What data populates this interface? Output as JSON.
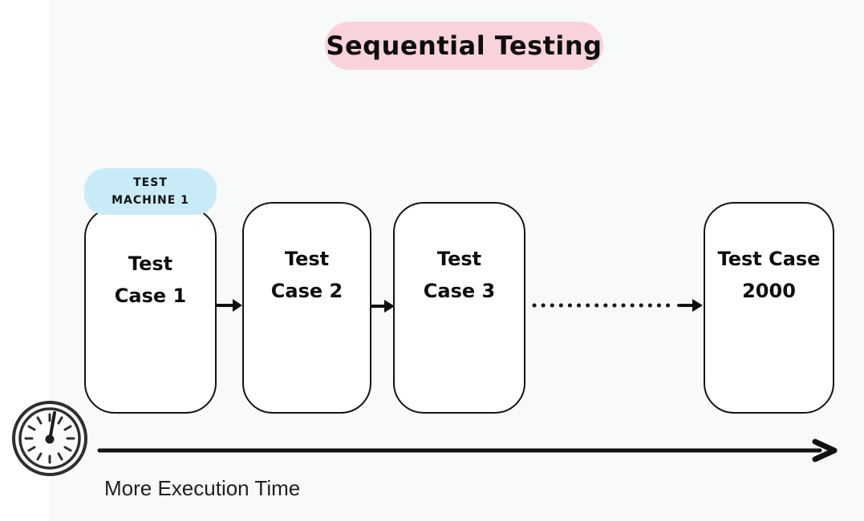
{
  "title": {
    "text": "Sequential Testing",
    "bg_color": "#F9D3DC"
  },
  "machine_label": {
    "line1": "TEST",
    "line2": "MACHINE 1",
    "bg_color": "#C9EBF8"
  },
  "boxes": [
    {
      "line1": "Test",
      "line2": "Case 1"
    },
    {
      "line1": "Test",
      "line2": "Case 2"
    },
    {
      "line1": "Test",
      "line2": "Case 3"
    },
    {
      "line1": "Test Case",
      "line2": "2000"
    }
  ],
  "timeline": {
    "label": "More Execution Time"
  },
  "icons": {
    "clock": "clock-icon"
  },
  "colors": {
    "background": "#F8F9F9",
    "left_strip": "#FFFFFF",
    "box_border": "#141414",
    "arrow": "#111111",
    "text": "#0D0D0D"
  }
}
